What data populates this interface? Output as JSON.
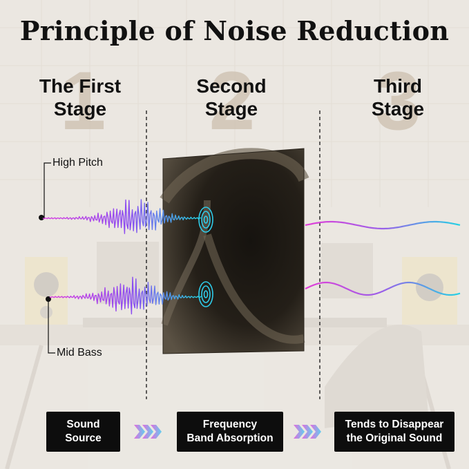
{
  "title": "Principle of Noise Reduction",
  "stages": [
    {
      "number": "1",
      "line1": "The First",
      "line2": "Stage"
    },
    {
      "number": "2",
      "line1": "Second",
      "line2": "Stage"
    },
    {
      "number": "3",
      "line1": "Third",
      "line2": "Stage"
    }
  ],
  "labels": {
    "high_pitch": "High Pitch",
    "mid_bass": "Mid Bass"
  },
  "steps": [
    {
      "line1": "Sound",
      "line2": "Source"
    },
    {
      "line1": "Frequency",
      "line2": "Band Absorption"
    },
    {
      "line1": "Tends to Disappear",
      "line2": "the Original Sound"
    }
  ],
  "colors": {
    "wave_start": "#e040e0",
    "wave_end": "#2ad4e0",
    "panel_dark": "#1f1a14",
    "box_bg": "#0d0d0d",
    "ring": "#25c8e8"
  }
}
